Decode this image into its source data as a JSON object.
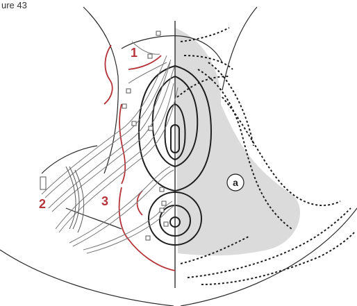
{
  "header_text": "ure 43",
  "labels": {
    "one": "1",
    "two": "2",
    "three": "3",
    "a": "a"
  },
  "colors": {
    "outline": "#1e1e1e",
    "red": "#b5343a",
    "shade": "#bdbdbd",
    "vessel": "#9a9a9a"
  }
}
